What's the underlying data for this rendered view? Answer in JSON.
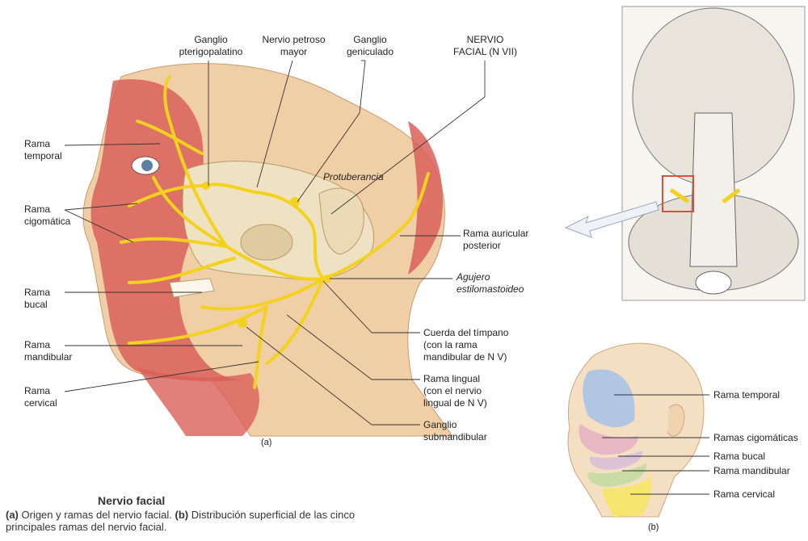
{
  "figure": {
    "panel_a_label": "(a)",
    "panel_b_label": "(b)",
    "caption_title": "Nervio facial",
    "caption_a_tag": "(a)",
    "caption_a_text": " Origen y ramas del nervio facial. ",
    "caption_b_tag": "(b)",
    "caption_b_text": " Distribución superficial de las cinco principales ramas del nervio facial."
  },
  "labels_a": {
    "ganglio_pterigopalatino": "Ganglio\npterigopalatino",
    "nervio_petroso": "Nervio petroso\nmayor",
    "ganglio_geniculado": "Ganglio\ngeniculado",
    "nervio_facial": "NERVIO\nFACIAL (N VII)",
    "protuberancia": "Protuberancia",
    "rama_temporal": "Rama\ntemporal",
    "rama_cigomatica": "Rama\ncigomática",
    "rama_bucal": "Rama\nbucal",
    "rama_mandibular": "Rama\nmandibular",
    "rama_cervical": "Rama\ncervical",
    "rama_auricular": "Rama auricular\nposterior",
    "agujero": "Agujero\nestilomastoideo",
    "cuerda_timpano": "Cuerda del tímpano\n(con la rama\nmandibular de N V)",
    "rama_lingual": "Rama lingual\n(con el nervio\nlingual de N V)",
    "ganglio_submandibular": "Ganglio\nsubmandibular"
  },
  "labels_b": {
    "temporal": "Rama temporal",
    "cigomaticas": "Ramas cigomáticas",
    "bucal": "Rama bucal",
    "mandibular": "Rama mandibular",
    "cervical": "Rama cervical"
  },
  "colors": {
    "nerve": "#f2d21e",
    "muscle": "#d9605a",
    "skin": "#f1cfa6",
    "bone": "#efe2c2",
    "leader": "#333333",
    "zone_temporal": "#a9c3e6",
    "zone_cigomatica": "#e7b3c4",
    "zone_bucal": "#dcc0d8",
    "zone_mandibular": "#c6dba4",
    "zone_cervical": "#f5e66a"
  }
}
